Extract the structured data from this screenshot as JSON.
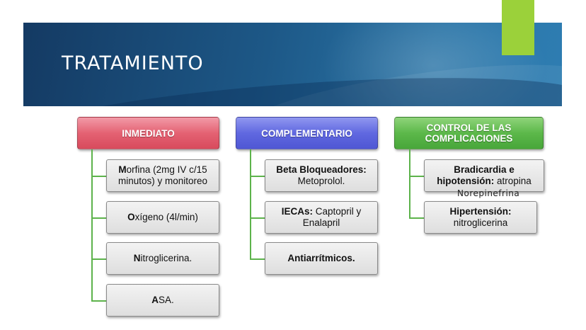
{
  "slide": {
    "title": "TRATAMIENTO"
  },
  "columns": [
    {
      "header": "INMEDIATO",
      "items": [
        {
          "bold": "M",
          "text": "orfina (2mg IV c/15 minutos) y monitoreo"
        },
        {
          "bold": "O",
          "text": "xígeno (4l/min)"
        },
        {
          "bold": "N",
          "text": "itroglicerina."
        },
        {
          "bold": "A",
          "text": "SA."
        }
      ]
    },
    {
      "header": "COMPLEMENTARIO",
      "items": [
        {
          "bold": "Beta Bloqueadores:",
          "text": "Metoprolol."
        },
        {
          "bold": "IECAs:",
          "text": " Captopril y Enalapril"
        },
        {
          "bold": "Antiarrítmicos.",
          "text": ""
        }
      ]
    },
    {
      "header": "CONTROL DE LAS COMPLICACIONES",
      "items": [
        {
          "bold": "Bradicardia e hipotensión:",
          "text": " atropina"
        },
        {
          "bold": "Hipertensión:",
          "text": "nitroglicerina"
        }
      ],
      "overflow_text": "Norepinefrina"
    }
  ],
  "colors": {
    "banner": "#1d5887",
    "accent": "#9bd13a",
    "inmediato": "#e46273",
    "complementario": "#6068e0",
    "control": "#5cb84a",
    "connector": "#5db34b"
  }
}
